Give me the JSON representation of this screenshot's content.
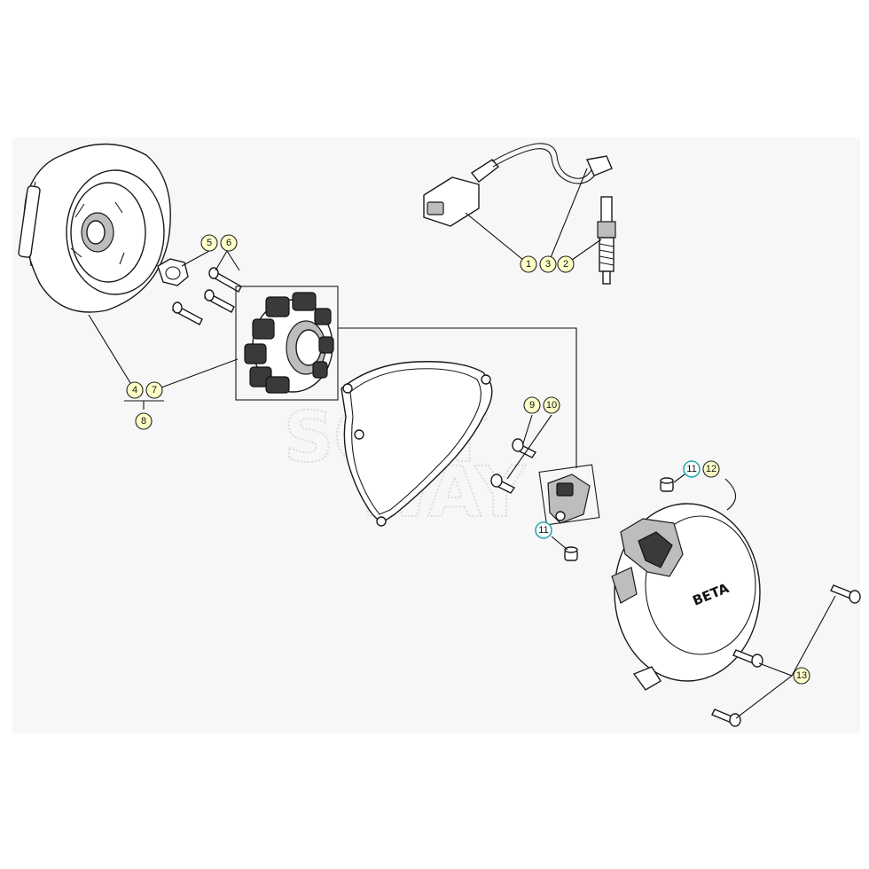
{
  "diagram": {
    "watermark": {
      "line1": "SOFT",
      "line2": "WAY"
    },
    "cover_logo": {
      "brand": "BETA",
      "sub": ""
    },
    "callouts": [
      {
        "id": "c1",
        "label": "1",
        "style": "yellow"
      },
      {
        "id": "c3",
        "label": "3",
        "style": "yellow"
      },
      {
        "id": "c2",
        "label": "2",
        "style": "yellow"
      },
      {
        "id": "c5",
        "label": "5",
        "style": "yellow"
      },
      {
        "id": "c6",
        "label": "6",
        "style": "yellow"
      },
      {
        "id": "c4",
        "label": "4",
        "style": "yellow"
      },
      {
        "id": "c7",
        "label": "7",
        "style": "yellow"
      },
      {
        "id": "c8",
        "label": "8",
        "style": "yellow"
      },
      {
        "id": "c9",
        "label": "9",
        "style": "yellow"
      },
      {
        "id": "c10",
        "label": "10",
        "style": "yellow"
      },
      {
        "id": "c11a",
        "label": "11",
        "style": "cyan"
      },
      {
        "id": "c12",
        "label": "12",
        "style": "yellow"
      },
      {
        "id": "c11b",
        "label": "11",
        "style": "cyan"
      },
      {
        "id": "c13",
        "label": "13",
        "style": "yellow"
      }
    ]
  }
}
